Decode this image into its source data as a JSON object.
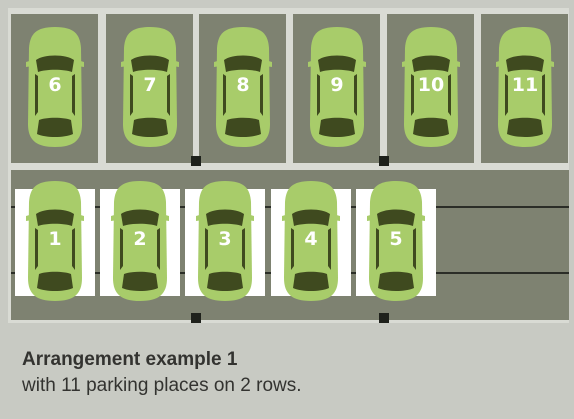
{
  "top_row_spots": [
    "6",
    "7",
    "8",
    "9",
    "10",
    "11"
  ],
  "bottom_row_spots": [
    "1",
    "2",
    "3",
    "4",
    "5"
  ],
  "caption": {
    "title": "Arrangement example 1",
    "subtitle": "with 11 parking places on 2 rows."
  },
  "colors": {
    "background": "#c8cac3",
    "lot_surface": "#7e8271",
    "car_body": "#a8cc6a",
    "car_glass": "#3f4a1f",
    "slot_marking": "#ffffff",
    "pillar": "#1e211b"
  },
  "icons": {
    "car": "car-top-view-icon",
    "pillar": "pillar-square-icon"
  }
}
